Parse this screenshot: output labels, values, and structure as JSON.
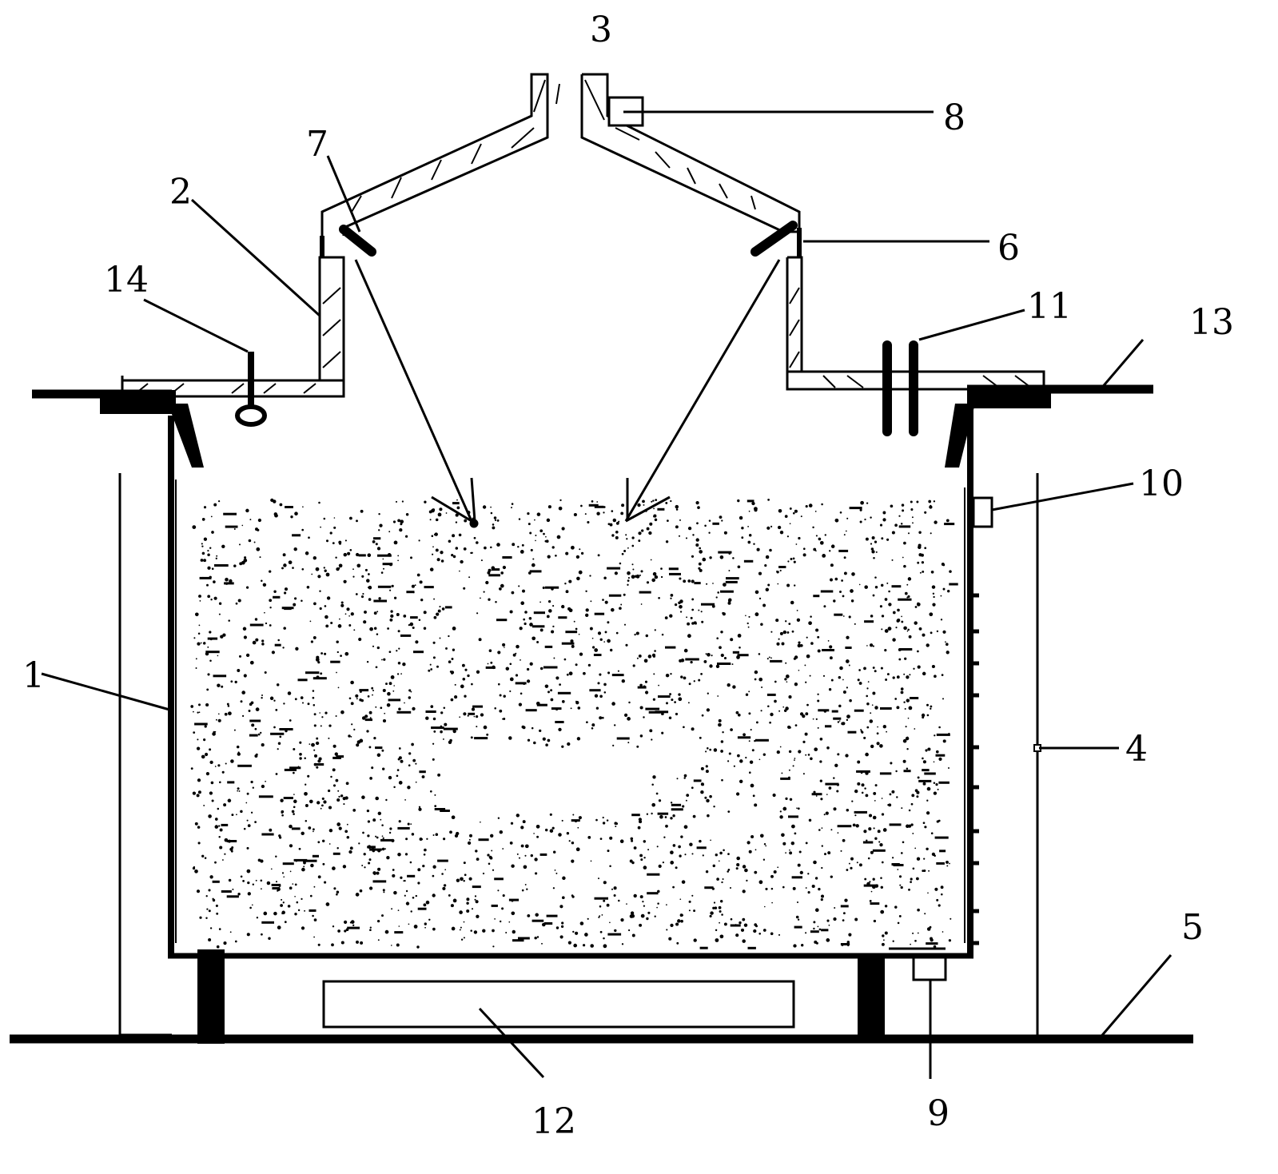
{
  "diagram": {
    "labels": {
      "l1": "1",
      "l2": "2",
      "l3": "3",
      "l4": "4",
      "l5": "5",
      "l6": "6",
      "l7": "7",
      "l8": "8",
      "l9": "9",
      "l10": "10",
      "l11": "11",
      "l12": "12",
      "l13": "13",
      "l14": "14"
    },
    "colors": {
      "ink": "#000000",
      "paper": "#ffffff"
    }
  }
}
